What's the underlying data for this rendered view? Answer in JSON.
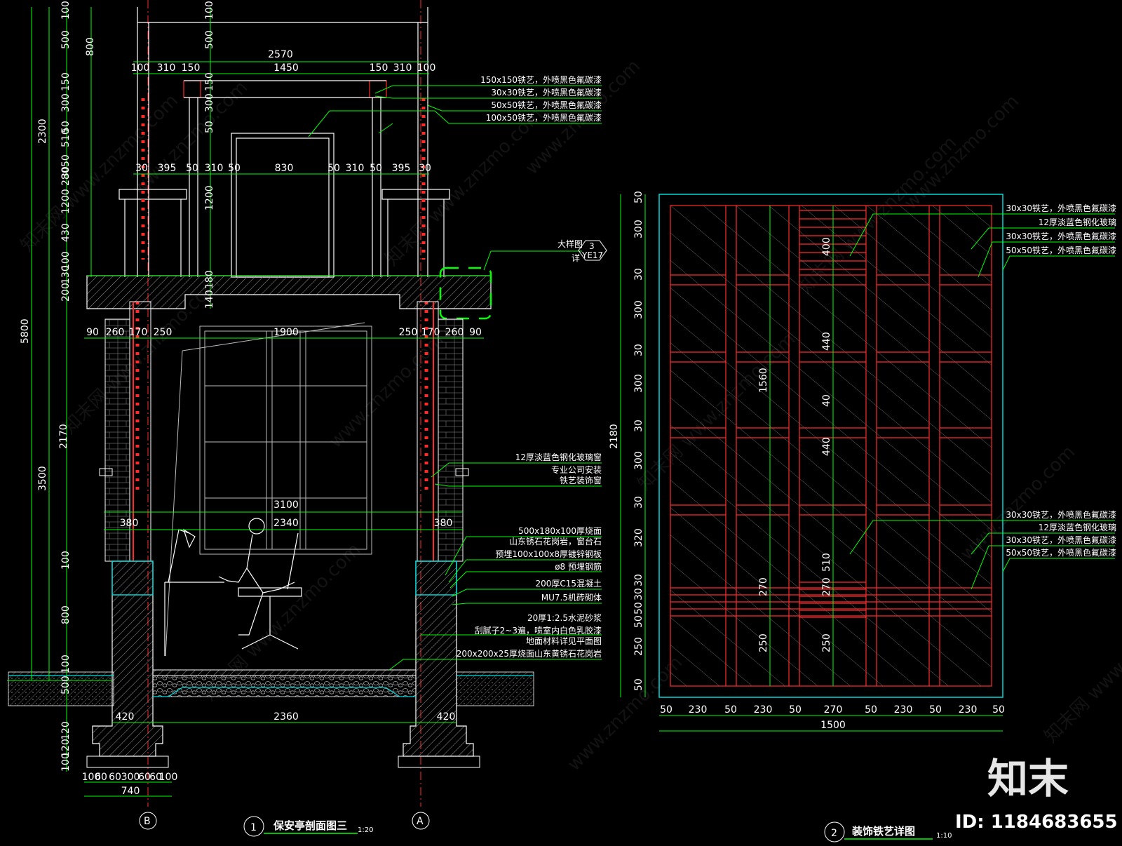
{
  "section_view": {
    "title": "保安亭剖面图三",
    "scale": "1:20",
    "number": "1",
    "axis_left": "B",
    "axis_right": "A",
    "left_dims_outer": [
      "5800"
    ],
    "left_dims_mid": [
      "2300",
      "3500"
    ],
    "left_dims_inner": [
      "2170"
    ],
    "left_dims_small": [
      "100",
      "500",
      "150",
      "300",
      "50",
      "510",
      "50",
      "280",
      "30",
      "430",
      "100",
      "130",
      "200",
      "100",
      "800",
      "100",
      "500",
      "120",
      "120",
      "100"
    ],
    "left_dims_col": [
      "800",
      "1200"
    ],
    "top_dims": {
      "total": "2570",
      "row1": [
        "100",
        "310",
        "150",
        "1450",
        "150",
        "310",
        "100"
      ],
      "row2": [
        "30",
        "395",
        "50",
        "310",
        "50",
        "830",
        "50",
        "310",
        "50",
        "395",
        "30"
      ],
      "row3": [
        "90",
        "260",
        "170",
        "250",
        "1900",
        "250",
        "170",
        "260",
        "90"
      ],
      "row4": [
        "3100"
      ],
      "row5": [
        "380",
        "2340",
        "380"
      ],
      "bottom": [
        "420",
        "2360",
        "420"
      ],
      "footing": [
        "60",
        "60",
        "100",
        "60",
        "300",
        "60",
        "100"
      ],
      "footing_total": "740"
    },
    "center_dims": [
      "100",
      "500",
      "150",
      "300",
      "50",
      "1200",
      "140",
      "180"
    ],
    "callout_big": "大样图",
    "callout_num": "3",
    "callout_sheet": "YE17",
    "callout_ref": "详",
    "notes_top": [
      "150x150铁艺，外喷黑色氟碳漆",
      "30x30铁艺，外喷黑色氟碳漆",
      "50x50铁艺，外喷黑色氟碳漆",
      "100x50铁艺，外喷黑色氟碳漆"
    ],
    "notes_mid": [
      "12厚淡蓝色钢化玻璃窗",
      "专业公司安装",
      "铁艺装饰窗"
    ],
    "notes_bottom": [
      "500x180x100厚烧面",
      "山东锈石花岗岩，窗台石",
      "预埋100x100x8厚镀锌钢板",
      "ø8 预埋钢筋",
      "200厚C15混凝土",
      "MU7.5机砖砌体",
      "20厚1:2.5水泥砂浆",
      "刮腻子2~3遍，喷室内白色乳胶漆",
      "地面材料详见平面图",
      "200x200x25厚烧面山东黄锈石花岗岩"
    ]
  },
  "detail_view": {
    "title": "装饰铁艺详图",
    "scale": "1:10",
    "number": "2",
    "height_total": "2180",
    "left_dims": [
      "50",
      "300",
      "30",
      "300",
      "30",
      "300",
      "30",
      "300",
      "30",
      "320",
      "30",
      "30",
      "50",
      "50",
      "250",
      "50"
    ],
    "inner_dims": [
      "1560",
      "400",
      "440",
      "40",
      "440",
      "510",
      "270",
      "250",
      "270",
      "250"
    ],
    "bottom_dims": [
      "50",
      "230",
      "50",
      "230",
      "50",
      "270",
      "50",
      "230",
      "50",
      "230",
      "50"
    ],
    "width_total": "1500",
    "notes_top": [
      "30x30铁艺，外喷黑色氟碳漆",
      "12厚淡蓝色钢化玻璃",
      "30x30铁艺，外喷黑色氟碳漆",
      "50x50铁艺，外喷黑色氟碳漆"
    ],
    "notes_bottom": [
      "30x30铁艺，外喷黑色氟碳漆",
      "12厚淡蓝色钢化玻璃",
      "30x30铁艺，外喷黑色氟碳漆",
      "50x50铁艺，外喷黑色氟碳漆"
    ]
  },
  "brand": {
    "logo_text": "知末",
    "id_label": "ID: 1184683655",
    "watermark": "www.znzmo.com",
    "watermark_cn": "知末网"
  },
  "colors": {
    "background": "#000000",
    "dimension": "#00ff00",
    "axis": "#ff2a2a",
    "structure": "#ffffff",
    "glass": "#00d8d8",
    "hatch": "#888888",
    "callout": "#00ff00"
  }
}
